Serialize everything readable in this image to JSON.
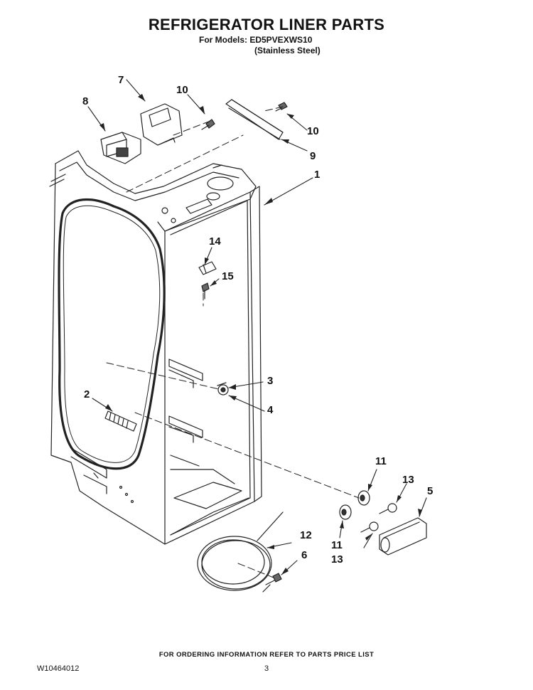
{
  "header": {
    "title": "REFRIGERATOR LINER PARTS",
    "models_line": "For Models: ED5PVEXWS10",
    "variant_line": "(Stainless Steel)"
  },
  "callouts": {
    "c1": "1",
    "c2": "2",
    "c3": "3",
    "c4": "4",
    "c5": "5",
    "c6": "6",
    "c7": "7",
    "c8": "8",
    "c9": "9",
    "c10a": "10",
    "c10b": "10",
    "c11a": "11",
    "c11b": "11",
    "c12": "12",
    "c13a": "13",
    "c13b": "13",
    "c14": "14",
    "c15": "15"
  },
  "footer": {
    "ordering_note": "FOR ORDERING INFORMATION REFER TO PARTS PRICE LIST",
    "document_number": "W10464012",
    "page_number": "3"
  }
}
